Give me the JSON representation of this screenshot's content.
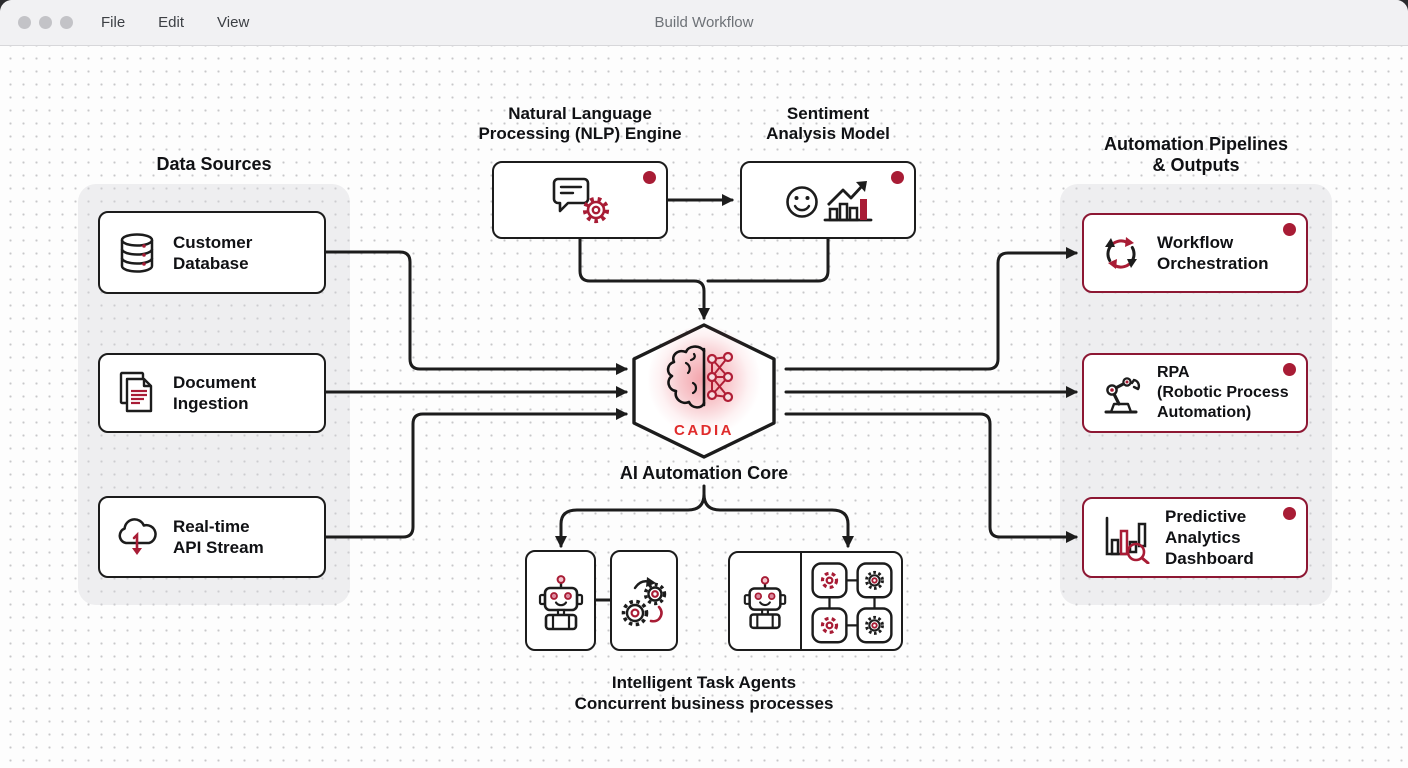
{
  "window": {
    "title": "Build Workflow",
    "menu": [
      "File",
      "Edit",
      "View"
    ]
  },
  "colors": {
    "node_border": "#1c1c1c",
    "output_node_border": "#8d1733",
    "accent_red": "#a81c35",
    "status_dot": "#a81c35",
    "cadia_text": "#e02b2b",
    "panel_gray": "#e9e9ec"
  },
  "diagram": {
    "groups": {
      "data_sources": {
        "title": "Data Sources"
      },
      "outputs": {
        "title_line1": "Automation Pipelines",
        "title_line2": "& Outputs"
      }
    },
    "nodes": {
      "customer_db": {
        "line1": "Customer",
        "line2": "Database"
      },
      "document_ingestion": {
        "line1": "Document",
        "line2": "Ingestion"
      },
      "realtime_api": {
        "line1": "Real-time",
        "line2": "API Stream"
      },
      "nlp": {
        "title_line1": "Natural Language",
        "title_line2": "Processing (NLP) Engine"
      },
      "sentiment": {
        "title_line1": "Sentiment",
        "title_line2": "Analysis Model"
      },
      "core": {
        "badge": "CADIA",
        "caption": "AI Automation Core"
      },
      "agents": {
        "caption_line1": "Intelligent Task Agents",
        "caption_line2": "Concurrent business processes"
      },
      "workflow": {
        "line1": "Workflow",
        "line2": "Orchestration"
      },
      "rpa": {
        "line1": "RPA",
        "line2": "(Robotic Process",
        "line3": "Automation)"
      },
      "predictive": {
        "line1": "Predictive",
        "line2": "Analytics",
        "line3": "Dashboard"
      }
    }
  }
}
